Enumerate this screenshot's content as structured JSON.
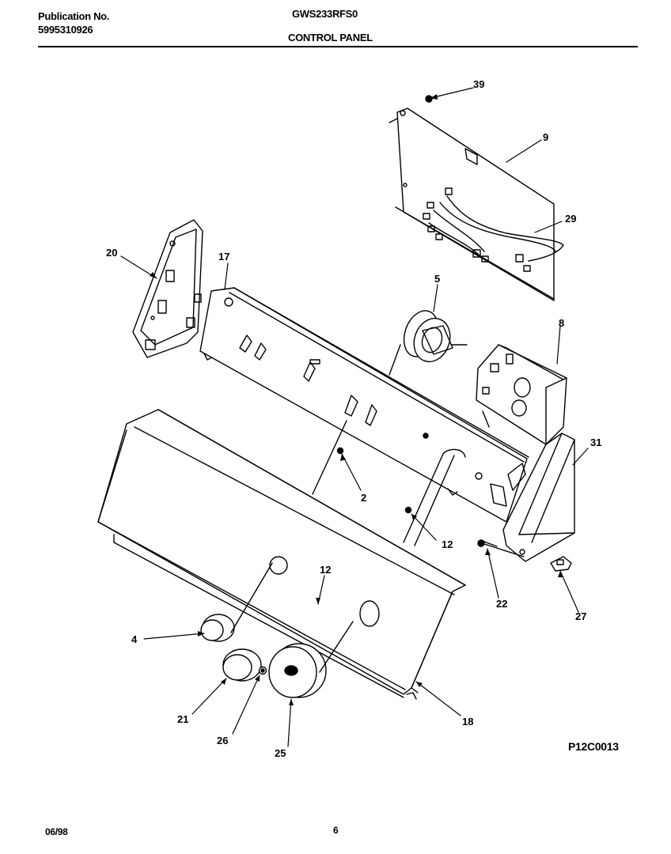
{
  "header": {
    "publication_label": "Publication No.",
    "publication_number": "5995310926",
    "model": "GWS233RFS0",
    "section_title": "CONTROL PANEL"
  },
  "callouts": {
    "c39": "39",
    "c9": "9",
    "c29": "29",
    "c20": "20",
    "c17": "17",
    "c5": "5",
    "c8": "8",
    "c31": "31",
    "c2": "2",
    "c12a": "12",
    "c12b": "12",
    "c22": "22",
    "c27": "27",
    "c4": "4",
    "c21": "21",
    "c26": "26",
    "c25": "25",
    "c18": "18"
  },
  "figure_code": "P12C0013",
  "footer": {
    "date": "06/98",
    "page": "6"
  }
}
